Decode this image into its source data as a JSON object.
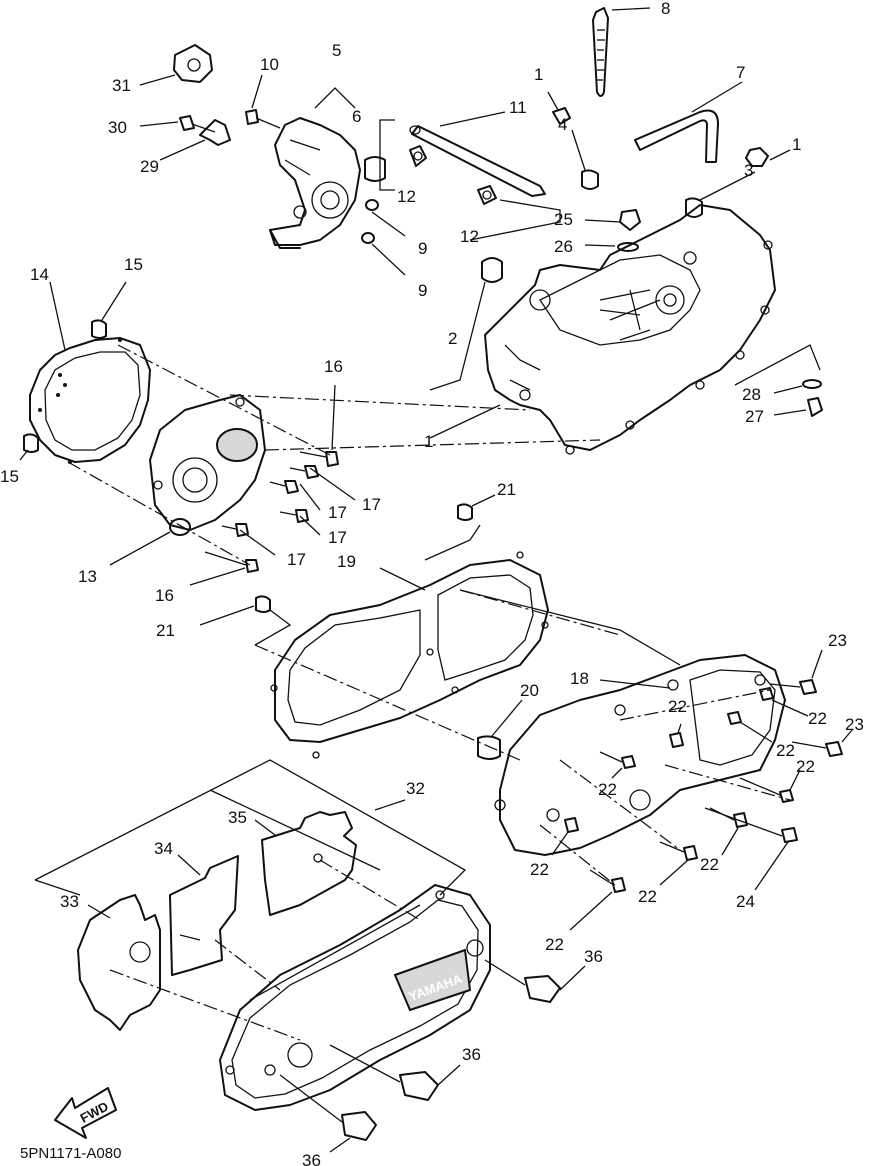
{
  "diagram_code": "5PN1171-A080",
  "brand_label": "YAMAHA",
  "direction_label": "FWD",
  "callouts": [
    {
      "id": "c1a",
      "text": "1"
    },
    {
      "id": "c1b",
      "text": "1"
    },
    {
      "id": "c1c",
      "text": "1"
    },
    {
      "id": "c2",
      "text": "2"
    },
    {
      "id": "c3",
      "text": "3"
    },
    {
      "id": "c4",
      "text": "4"
    },
    {
      "id": "c5",
      "text": "5"
    },
    {
      "id": "c6",
      "text": "6"
    },
    {
      "id": "c7",
      "text": "7"
    },
    {
      "id": "c8",
      "text": "8"
    },
    {
      "id": "c9a",
      "text": "9"
    },
    {
      "id": "c9b",
      "text": "9"
    },
    {
      "id": "c10",
      "text": "10"
    },
    {
      "id": "c11",
      "text": "11"
    },
    {
      "id": "c12a",
      "text": "12"
    },
    {
      "id": "c12b",
      "text": "12"
    },
    {
      "id": "c13",
      "text": "13"
    },
    {
      "id": "c14",
      "text": "14"
    },
    {
      "id": "c15a",
      "text": "15"
    },
    {
      "id": "c15b",
      "text": "15"
    },
    {
      "id": "c16a",
      "text": "16"
    },
    {
      "id": "c16b",
      "text": "16"
    },
    {
      "id": "c17a",
      "text": "17"
    },
    {
      "id": "c17b",
      "text": "17"
    },
    {
      "id": "c17c",
      "text": "17"
    },
    {
      "id": "c17d",
      "text": "17"
    },
    {
      "id": "c18",
      "text": "18"
    },
    {
      "id": "c19",
      "text": "19"
    },
    {
      "id": "c20",
      "text": "20"
    },
    {
      "id": "c21a",
      "text": "21"
    },
    {
      "id": "c21b",
      "text": "21"
    },
    {
      "id": "c22a",
      "text": "22"
    },
    {
      "id": "c22b",
      "text": "22"
    },
    {
      "id": "c22c",
      "text": "22"
    },
    {
      "id": "c22d",
      "text": "22"
    },
    {
      "id": "c22e",
      "text": "22"
    },
    {
      "id": "c22f",
      "text": "22"
    },
    {
      "id": "c22g",
      "text": "22"
    },
    {
      "id": "c22h",
      "text": "22"
    },
    {
      "id": "c22i",
      "text": "22"
    },
    {
      "id": "c23a",
      "text": "23"
    },
    {
      "id": "c23b",
      "text": "23"
    },
    {
      "id": "c24",
      "text": "24"
    },
    {
      "id": "c25",
      "text": "25"
    },
    {
      "id": "c26",
      "text": "26"
    },
    {
      "id": "c27",
      "text": "27"
    },
    {
      "id": "c28",
      "text": "28"
    },
    {
      "id": "c29",
      "text": "29"
    },
    {
      "id": "c30",
      "text": "30"
    },
    {
      "id": "c31",
      "text": "31"
    },
    {
      "id": "c32",
      "text": "32"
    },
    {
      "id": "c33",
      "text": "33"
    },
    {
      "id": "c34",
      "text": "34"
    },
    {
      "id": "c35",
      "text": "35"
    },
    {
      "id": "c36a",
      "text": "36"
    },
    {
      "id": "c36b",
      "text": "36"
    },
    {
      "id": "c36c",
      "text": "36"
    }
  ]
}
